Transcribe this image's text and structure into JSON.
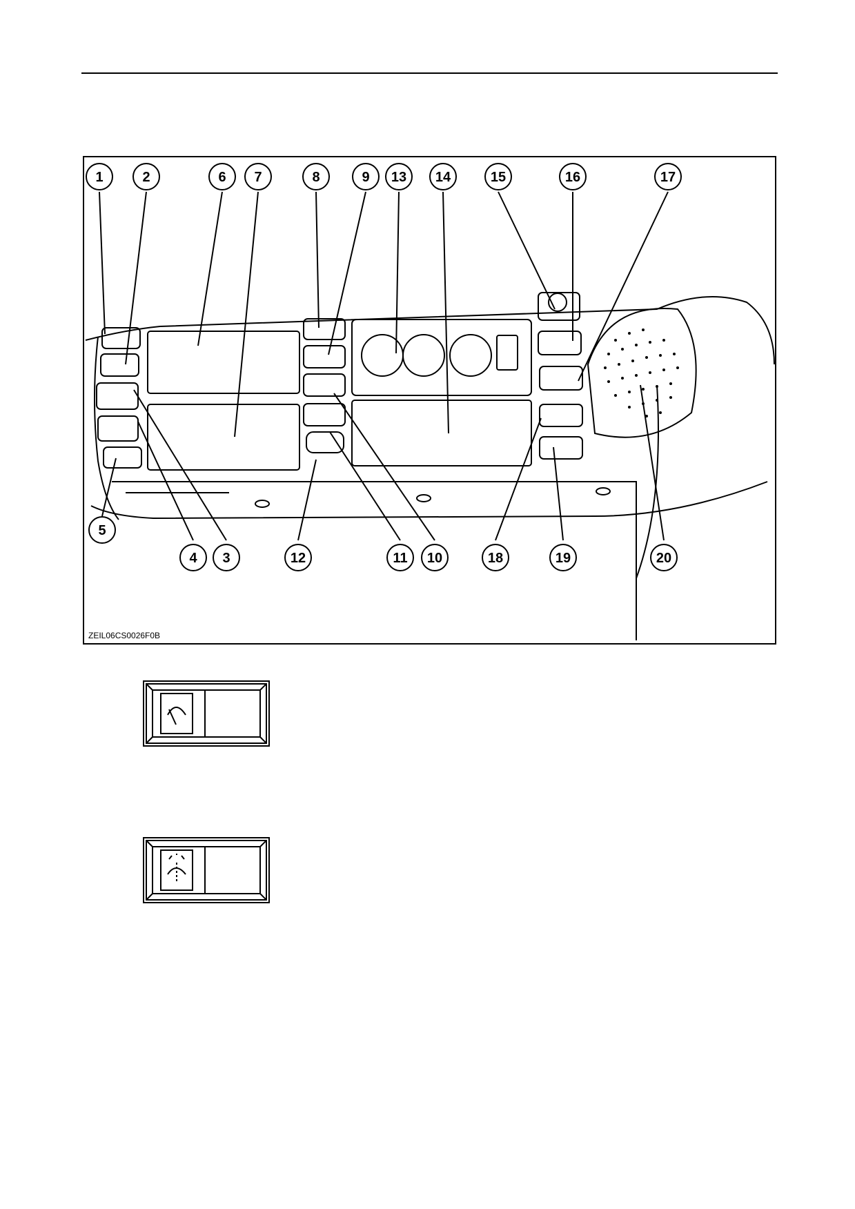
{
  "figure": {
    "code": "ZEIL06CS0026F0B",
    "callouts": [
      "1",
      "2",
      "3",
      "4",
      "5",
      "6",
      "7",
      "8",
      "9",
      "10",
      "11",
      "12",
      "13",
      "14",
      "15",
      "16",
      "17",
      "18",
      "19",
      "20"
    ]
  },
  "icons": [
    {
      "name": "wiper-switch-icon"
    },
    {
      "name": "washer-switch-icon"
    }
  ]
}
